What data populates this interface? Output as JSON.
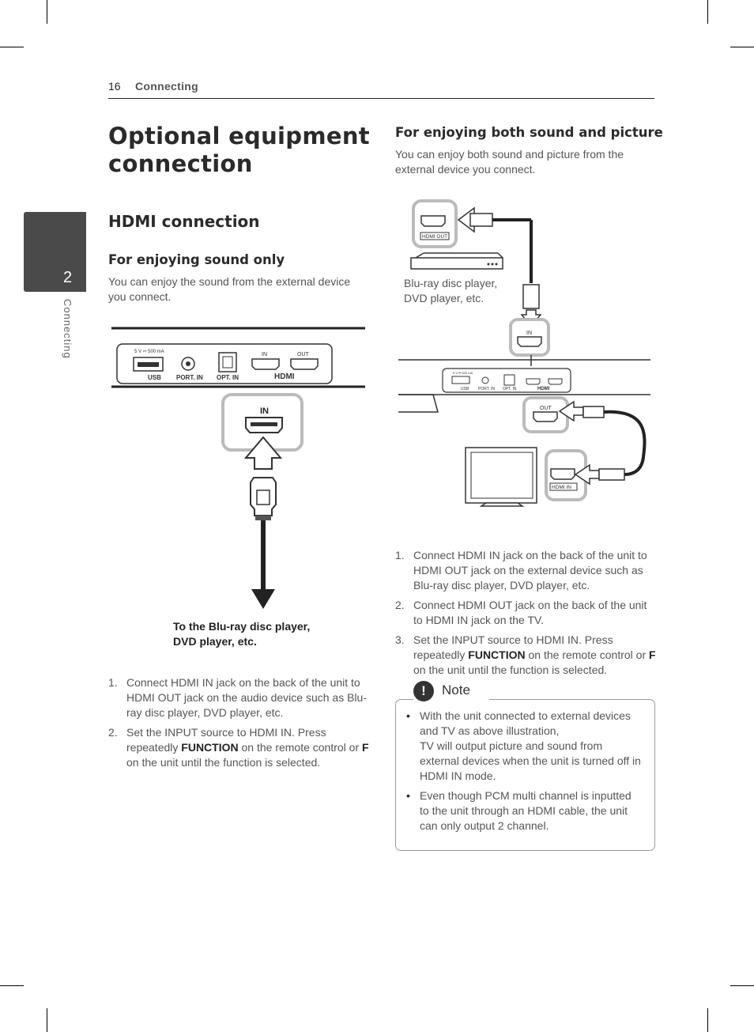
{
  "header": {
    "page_number": "16",
    "section": "Connecting"
  },
  "side_tab": {
    "number": "2",
    "label": "Connecting"
  },
  "title": "Optional equipment connection",
  "hdmi_heading": "HDMI connection",
  "sound_only": {
    "heading": "For enjoying sound only",
    "intro": "You can enjoy the sound from the external device you connect.",
    "diagram": {
      "usb_rating": "5 V ⎓ 500 mA",
      "port_labels": [
        "USB",
        "PORT. IN",
        "OPT. IN",
        "IN",
        "OUT",
        "HDMI"
      ],
      "zoom_label": "IN",
      "caption_line1": "To the Blu-ray disc player,",
      "caption_line2": "DVD player, etc."
    },
    "steps": [
      {
        "num": "1.",
        "text": "Connect HDMI IN jack on the back of the unit to HDMI OUT jack on the audio device such as Blu-ray disc player, DVD player, etc."
      },
      {
        "num": "2.",
        "pre": "Set the INPUT source to HDMI IN. Press repeatedly ",
        "bold1": "FUNCTION",
        "mid": " on the remote control or ",
        "bold2": "F",
        "post": " on the unit until the function is selected."
      }
    ]
  },
  "sound_picture": {
    "heading": "For enjoying both sound and picture",
    "intro": "You can enjoy both sound and picture from the external device you connect.",
    "diagram": {
      "player_jack_label": "HDMI OUT",
      "player_caption_line1": "Blu-ray disc player,",
      "player_caption_line2": "DVD player, etc.",
      "in_label": "IN",
      "out_label": "OUT",
      "tv_jack_label": "HDMI IN",
      "usb_rating": "5 V ⎓ 500 mA",
      "port_labels": [
        "USB",
        "PORT. IN",
        "OPT. IN",
        "IN",
        "OUT",
        "HDMI"
      ]
    },
    "steps": [
      {
        "num": "1.",
        "text": "Connect HDMI IN jack on the back of the unit to HDMI OUT jack on the external device such as Blu-ray disc player, DVD player, etc."
      },
      {
        "num": "2.",
        "text": "Connect HDMI OUT jack on the back of the unit to HDMI IN jack on the TV."
      },
      {
        "num": "3.",
        "pre": "Set the INPUT source to HDMI IN. Press repeatedly ",
        "bold1": "FUNCTION",
        "mid": " on the remote control or ",
        "bold2": "F",
        "post": " on the unit until the function is selected."
      }
    ]
  },
  "note": {
    "icon": "!",
    "title": "Note",
    "bullets": [
      {
        "line1": "With the unit connected to external devices and TV as above illustration,",
        "line2": "TV will output picture and sound from external devices when the unit is turned off in HDMI IN mode."
      },
      {
        "line1": "Even though PCM multi channel is inputted to the unit through an HDMI cable, the unit can only output 2 channel."
      }
    ]
  }
}
